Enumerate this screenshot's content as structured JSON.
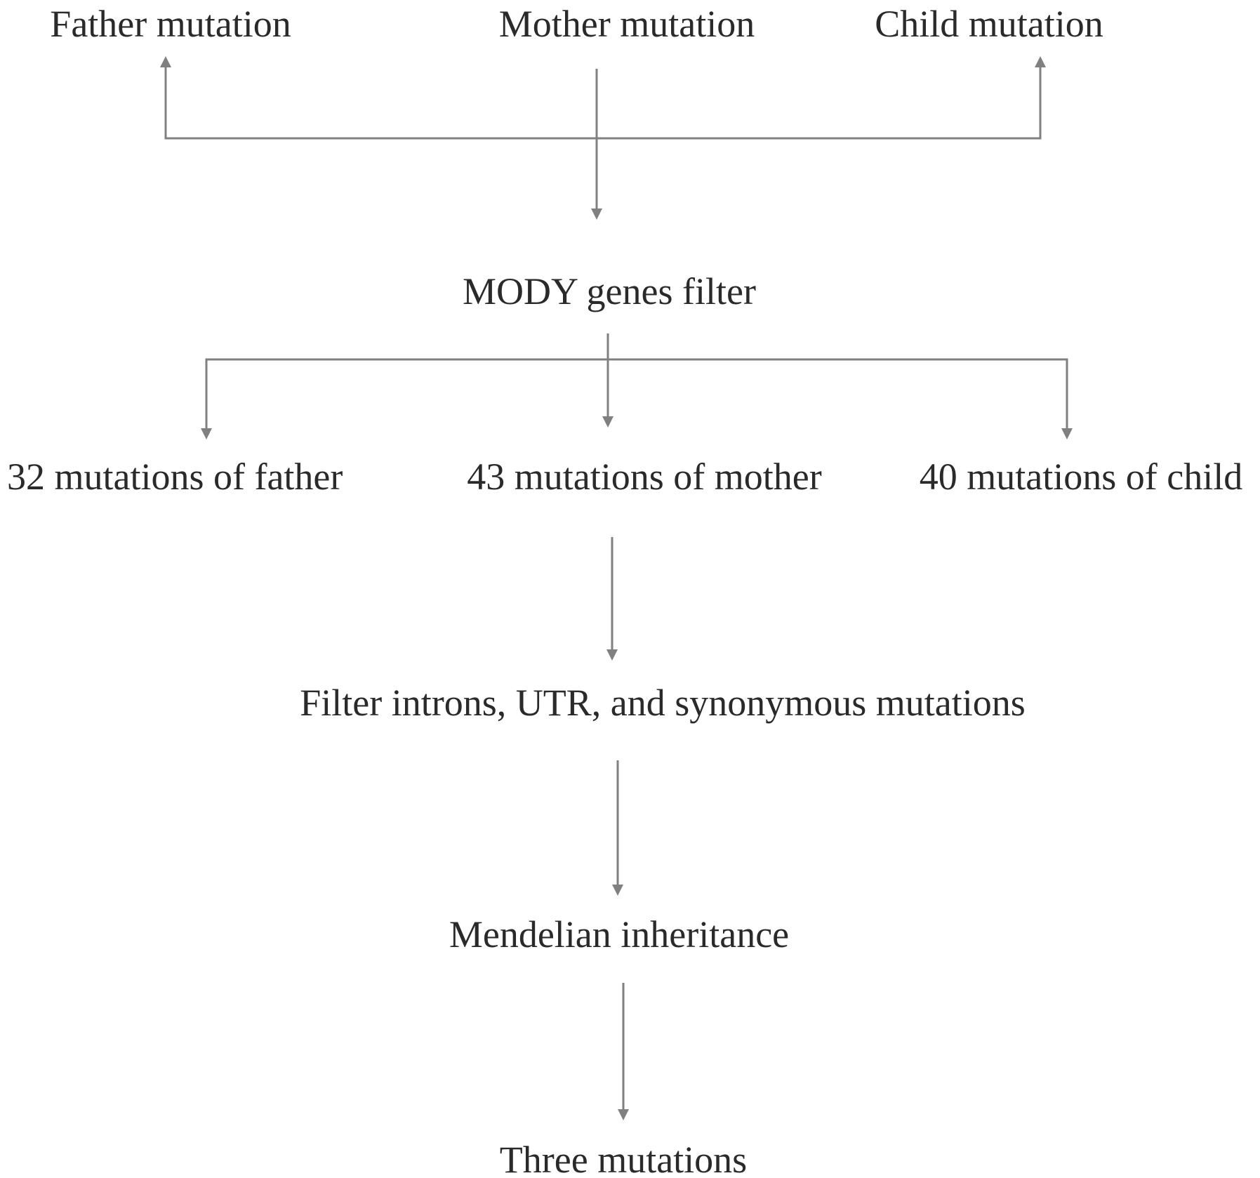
{
  "colors": {
    "text": "#2a2a2a",
    "arrow": "#808080",
    "background": "#ffffff"
  },
  "nodes": {
    "father_mutation": "Father mutation",
    "mother_mutation": "Mother mutation",
    "child_mutation": "Child mutation",
    "mody_filter": "MODY genes filter",
    "father_count": "32 mutations of father",
    "mother_count": "43 mutations of mother",
    "child_count": "40 mutations of child",
    "filter_introns": "Filter introns, UTR, and synonymous mutations",
    "mendelian": "Mendelian inheritance",
    "result": "Three mutations"
  }
}
